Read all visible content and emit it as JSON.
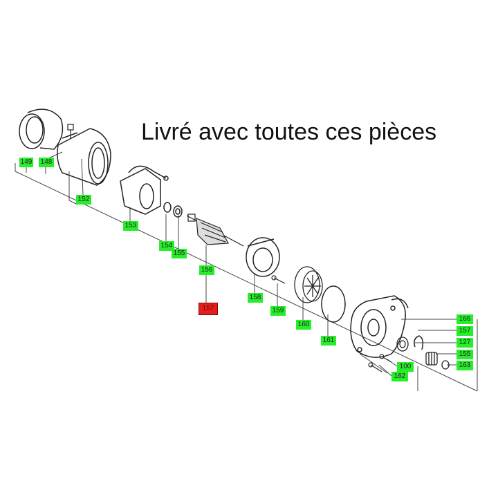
{
  "headline": "Livré avec toutes ces pièces",
  "colors": {
    "tag_green": "#26ee2a",
    "tag_red": "#e0201e",
    "line": "#444444"
  },
  "callouts": {
    "c149": "149",
    "c148": "148",
    "c152": "152",
    "c153": "153",
    "c154": "154",
    "c155a": "155",
    "c156": "156",
    "c157a": "157",
    "c158": "158",
    "c159": "159",
    "c160": "160",
    "c161": "161",
    "c166": "166",
    "c157b": "157",
    "c127": "127",
    "c155b": "155",
    "c163": "163",
    "c100": "100",
    "c162": "162"
  }
}
